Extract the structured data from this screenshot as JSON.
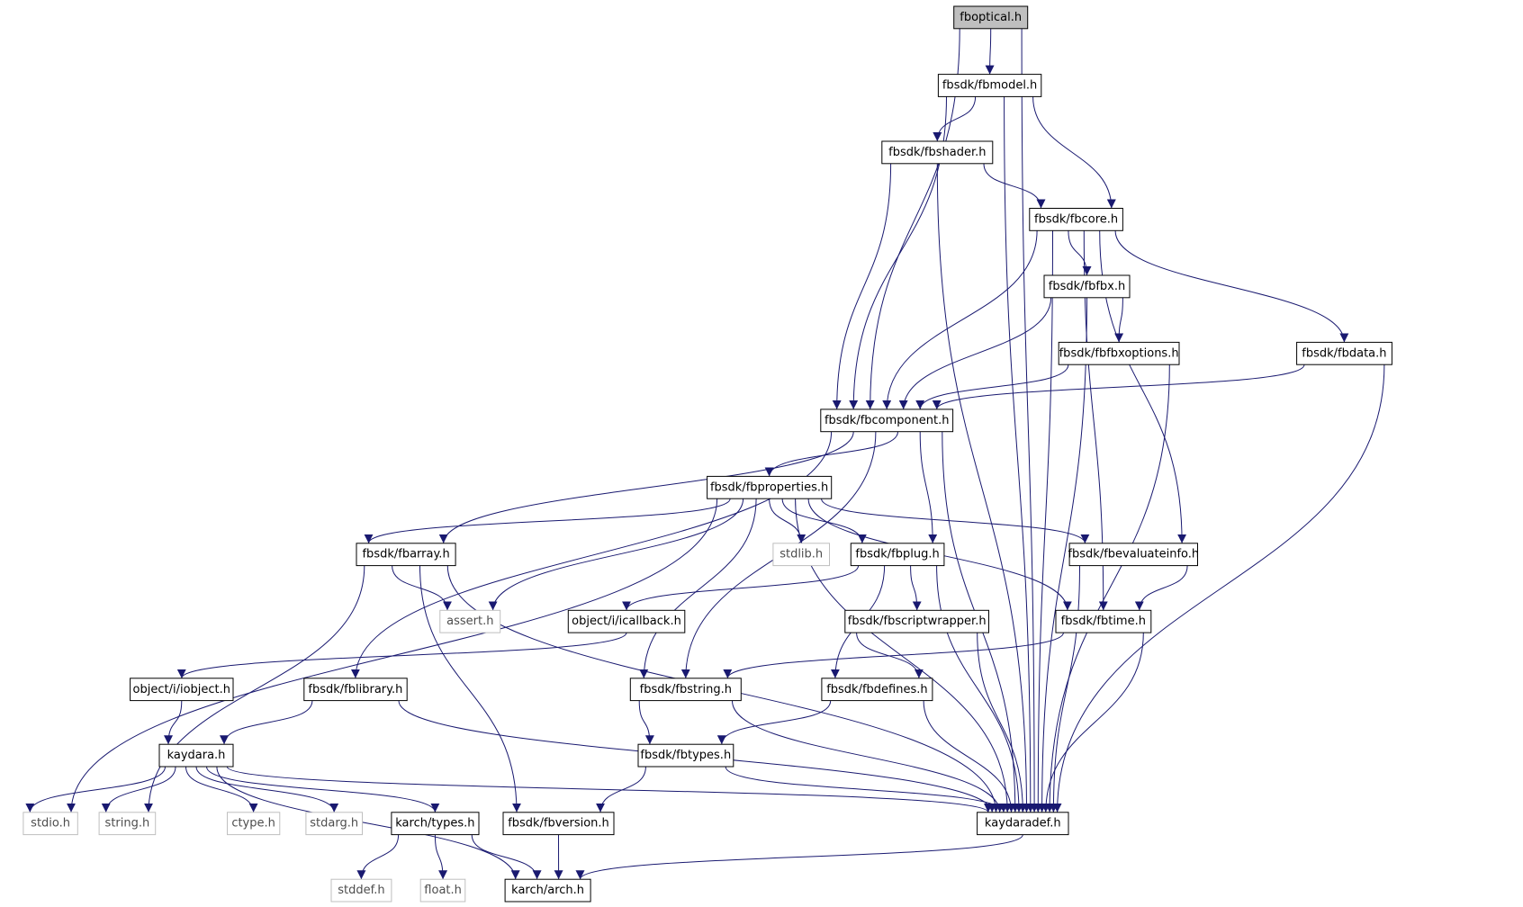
{
  "diagram": {
    "type": "include-dependency-graph",
    "colors": {
      "edge": "#191970",
      "root_fill": "#bfbfbf",
      "node_border": "#000000",
      "external_border": "#bfbfbf"
    },
    "nodes": [
      {
        "id": "fboptical",
        "label": "fboptical.h",
        "kind": "root"
      },
      {
        "id": "fbmodel",
        "label": "fbsdk/fbmodel.h",
        "kind": "regular"
      },
      {
        "id": "fbshader",
        "label": "fbsdk/fbshader.h",
        "kind": "regular"
      },
      {
        "id": "fbcore",
        "label": "fbsdk/fbcore.h",
        "kind": "regular"
      },
      {
        "id": "fbfbx",
        "label": "fbsdk/fbfbx.h",
        "kind": "regular"
      },
      {
        "id": "fbfbxoptions",
        "label": "fbsdk/fbfbxoptions.h",
        "kind": "regular"
      },
      {
        "id": "fbdata",
        "label": "fbsdk/fbdata.h",
        "kind": "regular"
      },
      {
        "id": "fbcomponent",
        "label": "fbsdk/fbcomponent.h",
        "kind": "regular"
      },
      {
        "id": "fbproperties",
        "label": "fbsdk/fbproperties.h",
        "kind": "regular"
      },
      {
        "id": "fbarray",
        "label": "fbsdk/fbarray.h",
        "kind": "regular"
      },
      {
        "id": "stdlib",
        "label": "stdlib.h",
        "kind": "external"
      },
      {
        "id": "fbplug",
        "label": "fbsdk/fbplug.h",
        "kind": "regular"
      },
      {
        "id": "fbevaluateinfo",
        "label": "fbsdk/fbevaluateinfo.h",
        "kind": "regular"
      },
      {
        "id": "assert",
        "label": "assert.h",
        "kind": "external"
      },
      {
        "id": "icallback",
        "label": "object/i/icallback.h",
        "kind": "regular"
      },
      {
        "id": "fbscriptwrapper",
        "label": "fbsdk/fbscriptwrapper.h",
        "kind": "regular"
      },
      {
        "id": "fbtime",
        "label": "fbsdk/fbtime.h",
        "kind": "regular"
      },
      {
        "id": "iobject",
        "label": "object/i/iobject.h",
        "kind": "regular"
      },
      {
        "id": "fblibrary",
        "label": "fbsdk/fblibrary.h",
        "kind": "regular"
      },
      {
        "id": "fbstring",
        "label": "fbsdk/fbstring.h",
        "kind": "regular"
      },
      {
        "id": "fbdefines",
        "label": "fbsdk/fbdefines.h",
        "kind": "regular"
      },
      {
        "id": "kaydara",
        "label": "kaydara.h",
        "kind": "regular"
      },
      {
        "id": "fbtypes",
        "label": "fbsdk/fbtypes.h",
        "kind": "regular"
      },
      {
        "id": "stdio",
        "label": "stdio.h",
        "kind": "external"
      },
      {
        "id": "string",
        "label": "string.h",
        "kind": "external"
      },
      {
        "id": "ctype",
        "label": "ctype.h",
        "kind": "external"
      },
      {
        "id": "stdarg",
        "label": "stdarg.h",
        "kind": "external"
      },
      {
        "id": "karchtypes",
        "label": "karch/types.h",
        "kind": "regular"
      },
      {
        "id": "fbversion",
        "label": "fbsdk/fbversion.h",
        "kind": "regular"
      },
      {
        "id": "kaydaradef",
        "label": "kaydaradef.h",
        "kind": "regular"
      },
      {
        "id": "stddef",
        "label": "stddef.h",
        "kind": "external"
      },
      {
        "id": "float",
        "label": "float.h",
        "kind": "external"
      },
      {
        "id": "karcharch",
        "label": "karch/arch.h",
        "kind": "regular"
      }
    ],
    "edges": [
      {
        "from": "fboptical",
        "to": "fbmodel"
      },
      {
        "from": "fboptical",
        "to": "fbcomponent"
      },
      {
        "from": "fboptical",
        "to": "kaydaradef"
      },
      {
        "from": "fbmodel",
        "to": "fbshader"
      },
      {
        "from": "fbmodel",
        "to": "fbcore"
      },
      {
        "from": "fbmodel",
        "to": "fbcomponent"
      },
      {
        "from": "fbmodel",
        "to": "kaydaradef"
      },
      {
        "from": "fbshader",
        "to": "fbcore"
      },
      {
        "from": "fbshader",
        "to": "fbcomponent"
      },
      {
        "from": "fbshader",
        "to": "kaydaradef"
      },
      {
        "from": "fbcore",
        "to": "fbfbx"
      },
      {
        "from": "fbcore",
        "to": "fbdata"
      },
      {
        "from": "fbcore",
        "to": "fbcomponent"
      },
      {
        "from": "fbcore",
        "to": "fbevaluateinfo"
      },
      {
        "from": "fbcore",
        "to": "fbtime"
      },
      {
        "from": "fbcore",
        "to": "kaydaradef"
      },
      {
        "from": "fbfbx",
        "to": "fbfbxoptions"
      },
      {
        "from": "fbfbx",
        "to": "fbcomponent"
      },
      {
        "from": "fbfbx",
        "to": "kaydaradef"
      },
      {
        "from": "fbfbxoptions",
        "to": "fbcomponent"
      },
      {
        "from": "fbfbxoptions",
        "to": "kaydaradef"
      },
      {
        "from": "fbdata",
        "to": "fbcomponent"
      },
      {
        "from": "fbdata",
        "to": "kaydaradef"
      },
      {
        "from": "fbcomponent",
        "to": "fbproperties"
      },
      {
        "from": "fbcomponent",
        "to": "fbarray"
      },
      {
        "from": "fbcomponent",
        "to": "fbplug"
      },
      {
        "from": "fbcomponent",
        "to": "fblibrary"
      },
      {
        "from": "fbcomponent",
        "to": "fbstring"
      },
      {
        "from": "fbcomponent",
        "to": "kaydaradef"
      },
      {
        "from": "fbproperties",
        "to": "fbarray"
      },
      {
        "from": "fbproperties",
        "to": "stdlib"
      },
      {
        "from": "fbproperties",
        "to": "fbplug"
      },
      {
        "from": "fbproperties",
        "to": "fbevaluateinfo"
      },
      {
        "from": "fbproperties",
        "to": "assert"
      },
      {
        "from": "fbproperties",
        "to": "fbtime"
      },
      {
        "from": "fbproperties",
        "to": "fbstring"
      },
      {
        "from": "fbproperties",
        "to": "stdio"
      },
      {
        "from": "fbproperties",
        "to": "kaydaradef"
      },
      {
        "from": "fbarray",
        "to": "assert"
      },
      {
        "from": "fbarray",
        "to": "string"
      },
      {
        "from": "fbarray",
        "to": "fbversion"
      },
      {
        "from": "fbarray",
        "to": "kaydaradef"
      },
      {
        "from": "fbplug",
        "to": "icallback"
      },
      {
        "from": "fbplug",
        "to": "fbscriptwrapper"
      },
      {
        "from": "fbplug",
        "to": "fbdefines"
      },
      {
        "from": "fbplug",
        "to": "kaydaradef"
      },
      {
        "from": "fbevaluateinfo",
        "to": "fbtime"
      },
      {
        "from": "fbevaluateinfo",
        "to": "kaydaradef"
      },
      {
        "from": "icallback",
        "to": "iobject"
      },
      {
        "from": "fbscriptwrapper",
        "to": "fbdefines"
      },
      {
        "from": "fbscriptwrapper",
        "to": "kaydaradef"
      },
      {
        "from": "fbtime",
        "to": "fbstring"
      },
      {
        "from": "fbtime",
        "to": "kaydaradef"
      },
      {
        "from": "iobject",
        "to": "kaydara"
      },
      {
        "from": "fblibrary",
        "to": "kaydara"
      },
      {
        "from": "fblibrary",
        "to": "kaydaradef"
      },
      {
        "from": "fbstring",
        "to": "fbtypes"
      },
      {
        "from": "fbstring",
        "to": "kaydaradef"
      },
      {
        "from": "fbdefines",
        "to": "fbtypes"
      },
      {
        "from": "fbdefines",
        "to": "kaydaradef"
      },
      {
        "from": "fbtypes",
        "to": "fbversion"
      },
      {
        "from": "fbtypes",
        "to": "kaydaradef"
      },
      {
        "from": "kaydara",
        "to": "stdio"
      },
      {
        "from": "kaydara",
        "to": "string"
      },
      {
        "from": "kaydara",
        "to": "ctype"
      },
      {
        "from": "kaydara",
        "to": "stdarg"
      },
      {
        "from": "kaydara",
        "to": "karchtypes"
      },
      {
        "from": "kaydara",
        "to": "karcharch"
      },
      {
        "from": "kaydara",
        "to": "kaydaradef"
      },
      {
        "from": "karchtypes",
        "to": "stddef"
      },
      {
        "from": "karchtypes",
        "to": "float"
      },
      {
        "from": "karchtypes",
        "to": "karcharch"
      },
      {
        "from": "fbversion",
        "to": "karcharch"
      },
      {
        "from": "kaydaradef",
        "to": "karcharch"
      }
    ]
  }
}
